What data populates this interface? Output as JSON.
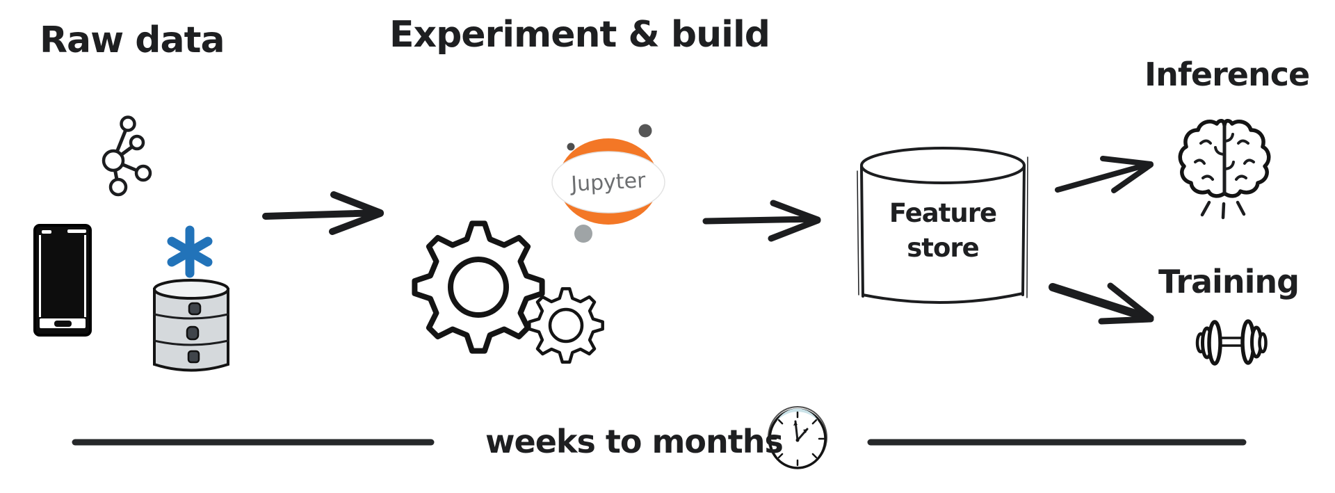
{
  "diagram": {
    "stages": {
      "raw_data": {
        "title": "Raw data"
      },
      "experiment": {
        "title": "Experiment & build",
        "jupyter_wordmark": "Jupyter"
      },
      "feature_store": {
        "label": "Feature store"
      },
      "inference": {
        "label": "Inference"
      },
      "training": {
        "label": "Training"
      }
    },
    "timeline": {
      "label": "weeks to months"
    }
  },
  "icons": {
    "raw_data": [
      "graph-icon",
      "smartphone-icon",
      "snowflake-icon",
      "database-icon"
    ],
    "experiment": [
      "jupyter-logo",
      "gear-large-icon",
      "gear-small-icon"
    ],
    "feature_store": [
      "cylinder-shape"
    ],
    "inference": [
      "brain-icon"
    ],
    "training": [
      "dumbbell-icon"
    ],
    "timeline": [
      "clock-icon"
    ]
  },
  "colors": {
    "ink": "#1c1d1f",
    "snowflake_blue": "#2273b9",
    "jupyter_orange": "#f37726",
    "jupyter_text_gray": "#6c6e70",
    "database_fill_gray": "#d5d9dc",
    "database_top_gray": "#f1f3f4",
    "dot_dark_gray": "#565656",
    "dot_small_gray": "#4e4e4e",
    "dot_light_gray": "#9fa4a6",
    "clock_tint_blue": "#cbe3e9"
  }
}
